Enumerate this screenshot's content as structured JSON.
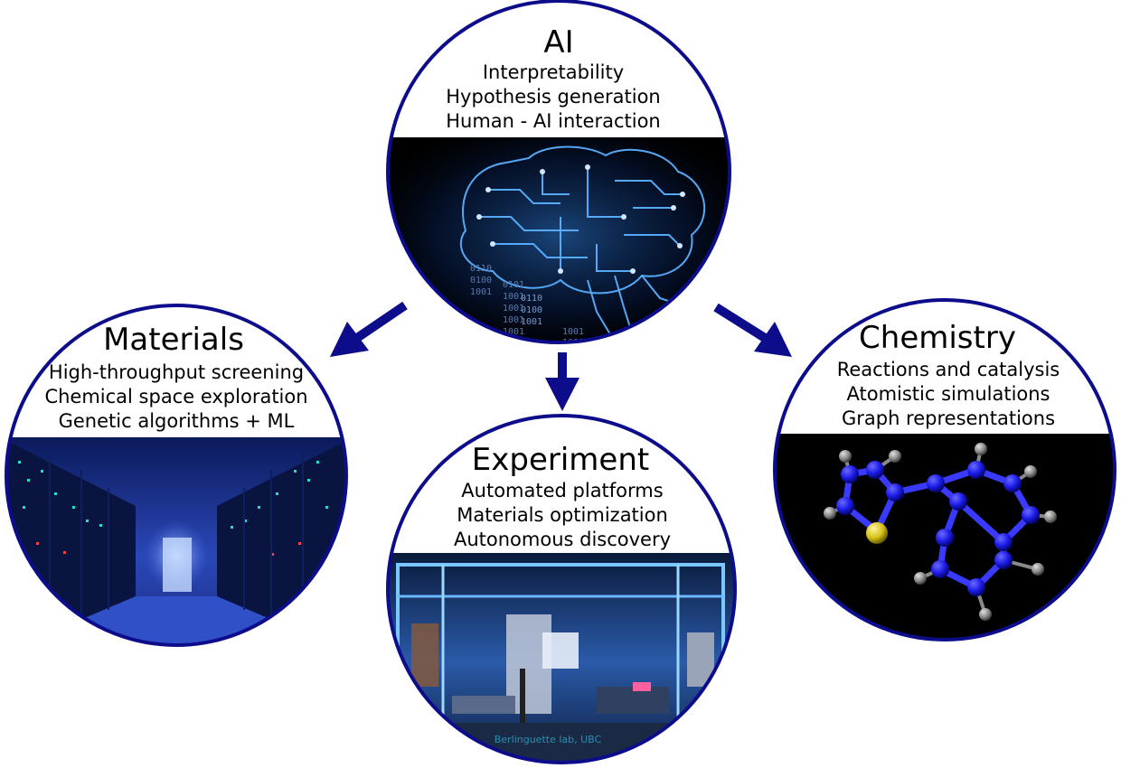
{
  "colors": {
    "ring": "#0d0d8c",
    "arrow": "#0d0d8c",
    "panel_bg": "#000000",
    "glow_blue": "#3a8dff",
    "atom_blue": "#1a1aff",
    "atom_yellow": "#e6d21e",
    "atom_gray": "#9a9a9a"
  },
  "nodes": {
    "ai": {
      "title": "AI",
      "lines": [
        "Interpretability",
        "Hypothesis generation",
        "Human - AI interaction"
      ],
      "binary": [
        "0110",
        "0100",
        "1001",
        "0101",
        "1001",
        "0110",
        "0100",
        "1001",
        "1001",
        "1001",
        "1001",
        "1001",
        "1001"
      ],
      "image_icon": "circuit-brain-icon"
    },
    "materials": {
      "title": "Materials",
      "lines": [
        "High-throughput screening",
        "Chemical space exploration",
        "Genetic algorithms + ML"
      ],
      "image_icon": "server-room-icon"
    },
    "experiment": {
      "title": "Experiment",
      "lines": [
        "Automated platforms",
        "Materials optimization",
        "Autonomous discovery"
      ],
      "caption": "Berlinguette lab, UBC",
      "image_icon": "robotic-lab-icon"
    },
    "chemistry": {
      "title": "Chemistry",
      "lines": [
        "Reactions and catalysis",
        "Atomistic simulations",
        "Graph representations"
      ],
      "image_icon": "molecule-icon"
    }
  },
  "arrows": [
    {
      "from": "ai",
      "to": "materials"
    },
    {
      "from": "ai",
      "to": "experiment"
    },
    {
      "from": "ai",
      "to": "chemistry"
    }
  ]
}
